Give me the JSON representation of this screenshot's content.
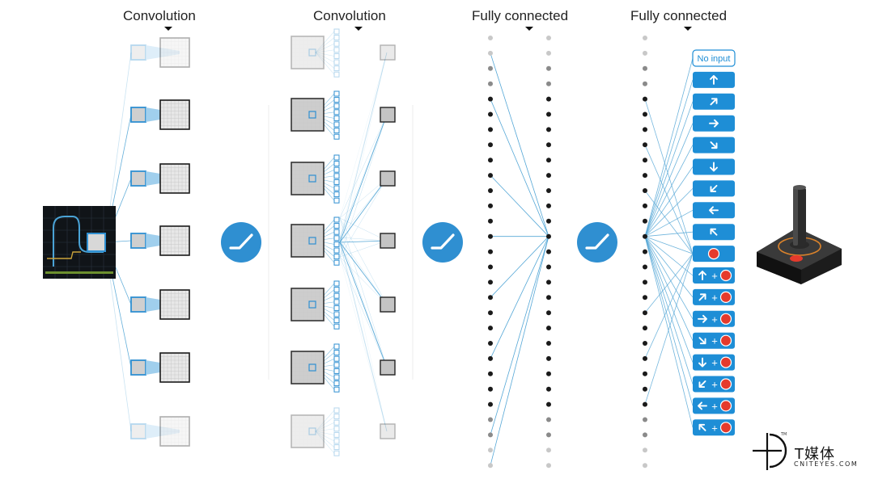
{
  "layers": {
    "conv1_title": "Convolution",
    "conv2_title": "Convolution",
    "fc1_title": "Fully connected",
    "fc2_title": "Fully connected"
  },
  "actions": [
    {
      "label": "No input",
      "arrow": null,
      "fire": false
    },
    {
      "label": "",
      "arrow": "up",
      "fire": false
    },
    {
      "label": "",
      "arrow": "up-right",
      "fire": false
    },
    {
      "label": "",
      "arrow": "right",
      "fire": false
    },
    {
      "label": "",
      "arrow": "down-right",
      "fire": false
    },
    {
      "label": "",
      "arrow": "down",
      "fire": false
    },
    {
      "label": "",
      "arrow": "down-left",
      "fire": false
    },
    {
      "label": "",
      "arrow": "left",
      "fire": false
    },
    {
      "label": "",
      "arrow": "up-left",
      "fire": false
    },
    {
      "label": "",
      "arrow": null,
      "fire": true
    },
    {
      "label": "+",
      "arrow": "up",
      "fire": true
    },
    {
      "label": "+",
      "arrow": "up-right",
      "fire": true
    },
    {
      "label": "+",
      "arrow": "right",
      "fire": true
    },
    {
      "label": "+",
      "arrow": "down-right",
      "fire": true
    },
    {
      "label": "+",
      "arrow": "down",
      "fire": true
    },
    {
      "label": "+",
      "arrow": "down-left",
      "fire": true
    },
    {
      "label": "+",
      "arrow": "left",
      "fire": true
    },
    {
      "label": "+",
      "arrow": "up-left",
      "fire": true
    }
  ],
  "icons": {
    "activation": "relu-activation-icon",
    "input": "game-screen-icon",
    "output": "joystick-icon"
  },
  "logo": {
    "text": "T媒体",
    "subtext": "CNITEYES.COM",
    "mark": "TM"
  },
  "colors": {
    "accent_blue": "#2f8fd1",
    "action_blue": "#1e8ed6",
    "fire_red": "#e53a2c",
    "line_blue": "#55a7d6",
    "node_dark": "#1a1a1a",
    "node_light": "#c8c8c8"
  }
}
